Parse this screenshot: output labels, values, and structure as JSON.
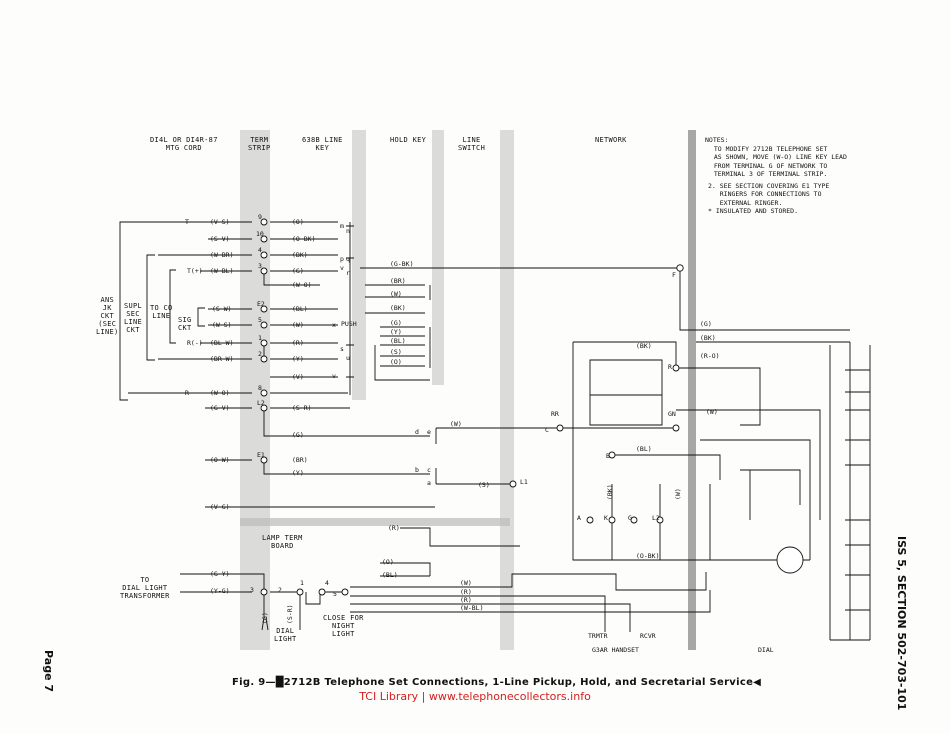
{
  "columns": {
    "cord": "DI4L OR DI4R-87\nMTG CORD",
    "term_strip": "TERM\nSTRIP",
    "line_key": "638B LINE\nKEY",
    "hold_key": "HOLD KEY",
    "line_switch": "LINE\nSWITCH",
    "network": "NETWORK"
  },
  "notes": {
    "heading": "NOTES:",
    "items": [
      "  TO MODIFY 2712B TELEPHONE SET\n  AS SHOWN, MOVE (W-O) LINE KEY LEAD\n  FROM TERMINAL G OF NETWORK TO\n  TERMINAL 3 OF TERMINAL STRIP.",
      "2. SEE SECTION COVERING E1 TYPE\n   RINGERS FOR CONNECTIONS TO\n   EXTERNAL RINGER.",
      "* INSULATED AND STORED."
    ]
  },
  "left_labels": {
    "ans_jk": "ANS\nJK\nCKT\n(SEC\nLINE)",
    "supl": "SUPL\nSEC\nLINE\nCKT",
    "to_co": "TO CO\nLINE",
    "sig": "SIG\nCKT",
    "to_dial": "TO\nDIAL LIGHT\nTRANSFORMER"
  },
  "leads": {
    "t": "T",
    "vs": "(V-S)",
    "sv": "(S-V)",
    "wbr": "(W-BR)",
    "tplus": "T(+)",
    "wbl": "(W-BL)",
    "sw": "(S-W)",
    "ws": "(W-S)",
    "rminus": "R(-)",
    "blw": "(BL-W)",
    "brw": "(BR-W)",
    "r": "R",
    "wo": "(W-O)",
    "gv": "(G-V)",
    "ow": "(O-W)",
    "vg": "(V-G)",
    "gy": "(G-Y)",
    "yg": "(Y-G)"
  },
  "terminals": [
    "9",
    "10",
    "4",
    "3",
    "E2",
    "5",
    "1",
    "2",
    "8",
    "L2",
    "E1"
  ],
  "key_leads": [
    "(O)",
    "(O-BK)",
    "(BK)",
    "(G)",
    "(W-O)",
    "(BL)",
    "(W)",
    "(R)",
    "(Y)",
    "(V)",
    "(S-R)",
    "(G)",
    "(BR)",
    "(Y)"
  ],
  "push": "PUSH",
  "lamp_board": "LAMP TERM\nBOARD",
  "dial_light": "DIAL\nLIGHT",
  "close_for": "CLOSE FOR\nNIGHT\nLIGHT",
  "handset": "G3AR HANDSET",
  "trmtr": "TRMTR",
  "rcvr": "RCVR",
  "dial": "DIAL",
  "side_title": "ISS 5, SECTION 502-703-101",
  "page_label": "Page 7",
  "caption": "Fig. 9—█2712B Telephone Set Connections, 1-Line Pickup, Hold, and Secretarial Service◀",
  "footer": "TCI Library | www.telephonecollectors.info"
}
